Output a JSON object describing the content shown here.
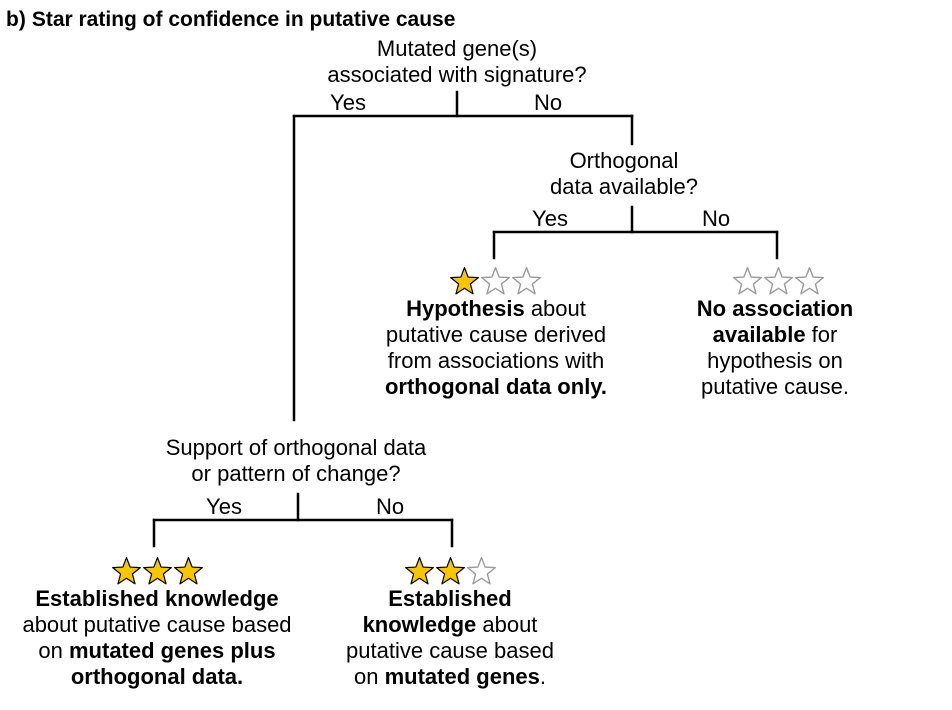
{
  "figure": {
    "panel_label": "b)",
    "title": "Star rating of confidence in putative cause"
  },
  "colors": {
    "star_filled": "#f7c600",
    "star_empty_stroke": "#9a9a9a",
    "line": "#000000"
  },
  "root": {
    "question_line1": "Mutated gene(s)",
    "question_line2": "associated with signature?",
    "yes": "Yes",
    "no": "No"
  },
  "orthogonal_node": {
    "question_line1": "Orthogonal",
    "question_line2": "data available?",
    "yes": "Yes",
    "no": "No"
  },
  "support_node": {
    "question_line1": "Support of orthogonal data",
    "question_line2": "or pattern of change?",
    "yes": "Yes",
    "no": "No"
  },
  "outcomes": {
    "hypothesis": {
      "stars_filled": 1,
      "stars_total": 3,
      "line1_bold": "Hypothesis",
      "line1_rest": " about",
      "line2": "putative cause derived",
      "line3": "from associations with",
      "line4_bold": "orthogonal data only."
    },
    "no_association": {
      "stars_filled": 0,
      "stars_total": 3,
      "line1_bold": "No association",
      "line2_bold": "available",
      "line2_rest": " for",
      "line3": "hypothesis on",
      "line4": "putative cause."
    },
    "established_plus": {
      "stars_filled": 3,
      "stars_total": 3,
      "line1_bold": "Established knowledge",
      "line2": "about putative cause based",
      "line3_pre": "on ",
      "line3_bold": "mutated genes plus",
      "line4_bold": "orthogonal data."
    },
    "established_genes": {
      "stars_filled": 2,
      "stars_total": 3,
      "line1_bold": "Established",
      "line2_bold": "knowledge",
      "line2_rest": " about",
      "line3": "putative cause based",
      "line4_pre": "on ",
      "line4_bold": "mutated genes",
      "line4_post": "."
    }
  }
}
